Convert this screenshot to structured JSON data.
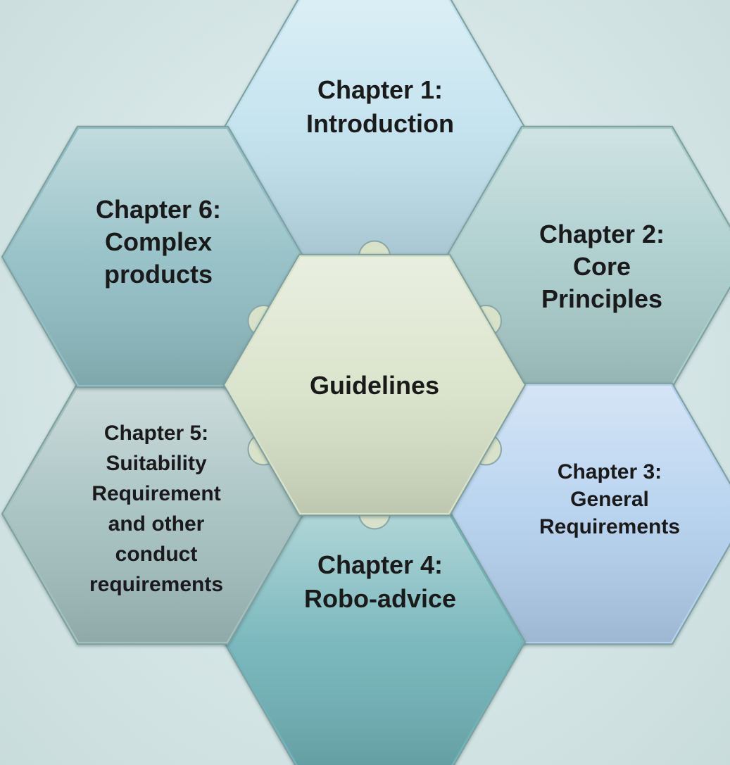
{
  "center": {
    "label": "Guidelines",
    "color": "#d8e2c8"
  },
  "pieces": [
    {
      "id": "chapter-1",
      "lines": [
        "Chapter 1:",
        "Introduction"
      ],
      "color": "#bfe1ee"
    },
    {
      "id": "chapter-2",
      "lines": [
        "Chapter 2:",
        "Core",
        "Principles"
      ],
      "color": "#a9cccc"
    },
    {
      "id": "chapter-3",
      "lines": [
        "Chapter 3:",
        "General",
        "Requirements"
      ],
      "color": "#b3d0ee"
    },
    {
      "id": "chapter-4",
      "lines": [
        "Chapter 4:",
        "Robo-advice"
      ],
      "color": "#6fb3b8"
    },
    {
      "id": "chapter-5",
      "lines": [
        "Chapter 5:",
        "Suitability",
        "Requirement",
        "and other",
        "conduct",
        "requirements"
      ],
      "color": "#a3bfbf"
    },
    {
      "id": "chapter-6",
      "lines": [
        "Chapter 6:",
        "Complex",
        "products"
      ],
      "color": "#90bec4"
    }
  ]
}
